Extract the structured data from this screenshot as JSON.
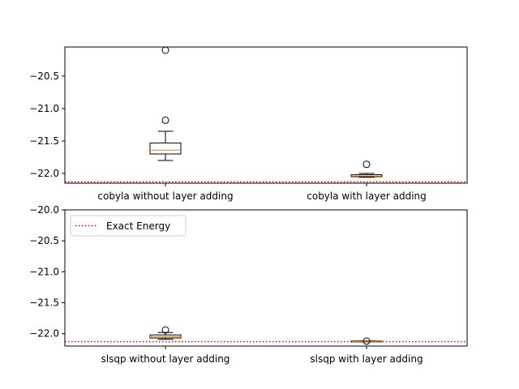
{
  "chart_data": [
    {
      "type": "box",
      "categories": [
        "cobyla without layer adding",
        "cobyla with layer adding"
      ],
      "ylim": [
        -22.15,
        -20.05
      ],
      "yticks": [
        -20.5,
        -21.0,
        -21.5,
        -22.0
      ],
      "ytick_labels": [
        "−20.5",
        "−21.0",
        "−21.5",
        "−22.0"
      ],
      "boxes": [
        {
          "whislo": -21.8,
          "q1": -21.7,
          "med": -21.64,
          "q3": -21.53,
          "whishi": -21.35,
          "fliers": [
            -20.1,
            -21.18
          ]
        },
        {
          "whislo": -22.06,
          "q1": -22.05,
          "med": -22.04,
          "q3": -22.02,
          "whishi": -22.0,
          "fliers": [
            -21.86
          ]
        }
      ],
      "reference_line": {
        "y": -22.13,
        "color": "#ff0000"
      },
      "grid": false,
      "legend": null
    },
    {
      "type": "box",
      "categories": [
        "slsqp without layer adding",
        "slsqp with layer adding"
      ],
      "ylim": [
        -22.2,
        -20.0
      ],
      "yticks": [
        -20.0,
        -20.5,
        -21.0,
        -21.5,
        -22.0
      ],
      "ytick_labels": [
        "−20.0",
        "−20.5",
        "−21.0",
        "−21.5",
        "−22.0"
      ],
      "boxes": [
        {
          "whislo": -22.09,
          "q1": -22.07,
          "med": -22.05,
          "q3": -22.02,
          "whishi": -21.98,
          "fliers": [
            -21.94
          ]
        },
        {
          "whislo": -22.13,
          "q1": -22.13,
          "med": -22.13,
          "q3": -22.12,
          "whishi": -22.12,
          "fliers": [
            -22.12
          ]
        }
      ],
      "reference_line": {
        "y": -22.13,
        "color": "#ff0000"
      },
      "grid": false,
      "legend": {
        "position": "top-left",
        "entries": [
          {
            "label": "Exact Energy",
            "style": "dotted",
            "color": "#ff0000"
          }
        ]
      }
    }
  ],
  "colors": {
    "box": "#000000",
    "median": "#ff7f0e",
    "reference": "#ff0000"
  }
}
